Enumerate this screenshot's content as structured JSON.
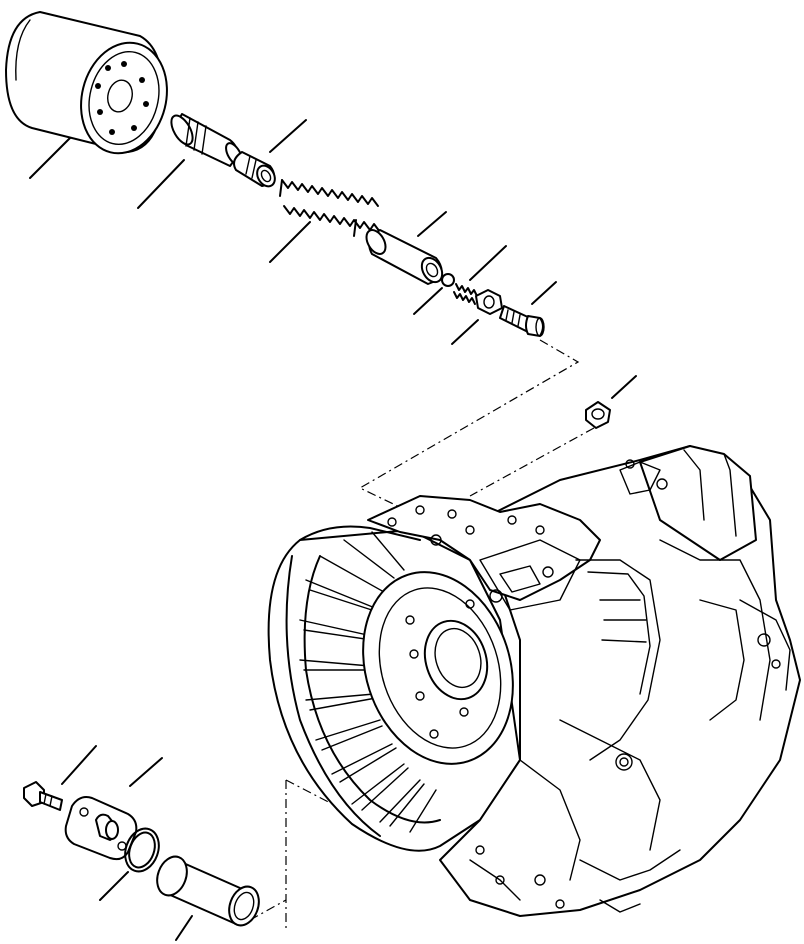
{
  "diagram": {
    "kind": "exploded parts view",
    "parts": [
      {
        "id": "oil-filter"
      },
      {
        "id": "filter-adapter-nipple"
      },
      {
        "id": "valve-sleeve"
      },
      {
        "id": "coil-spring"
      },
      {
        "id": "piston"
      },
      {
        "id": "ball"
      },
      {
        "id": "small-spring"
      },
      {
        "id": "nut"
      },
      {
        "id": "bolt"
      },
      {
        "id": "plug"
      },
      {
        "id": "transmission-housing"
      },
      {
        "id": "cover-bolt"
      },
      {
        "id": "cover-plate"
      },
      {
        "id": "o-ring"
      },
      {
        "id": "sleeve"
      }
    ],
    "callout_labels": []
  }
}
